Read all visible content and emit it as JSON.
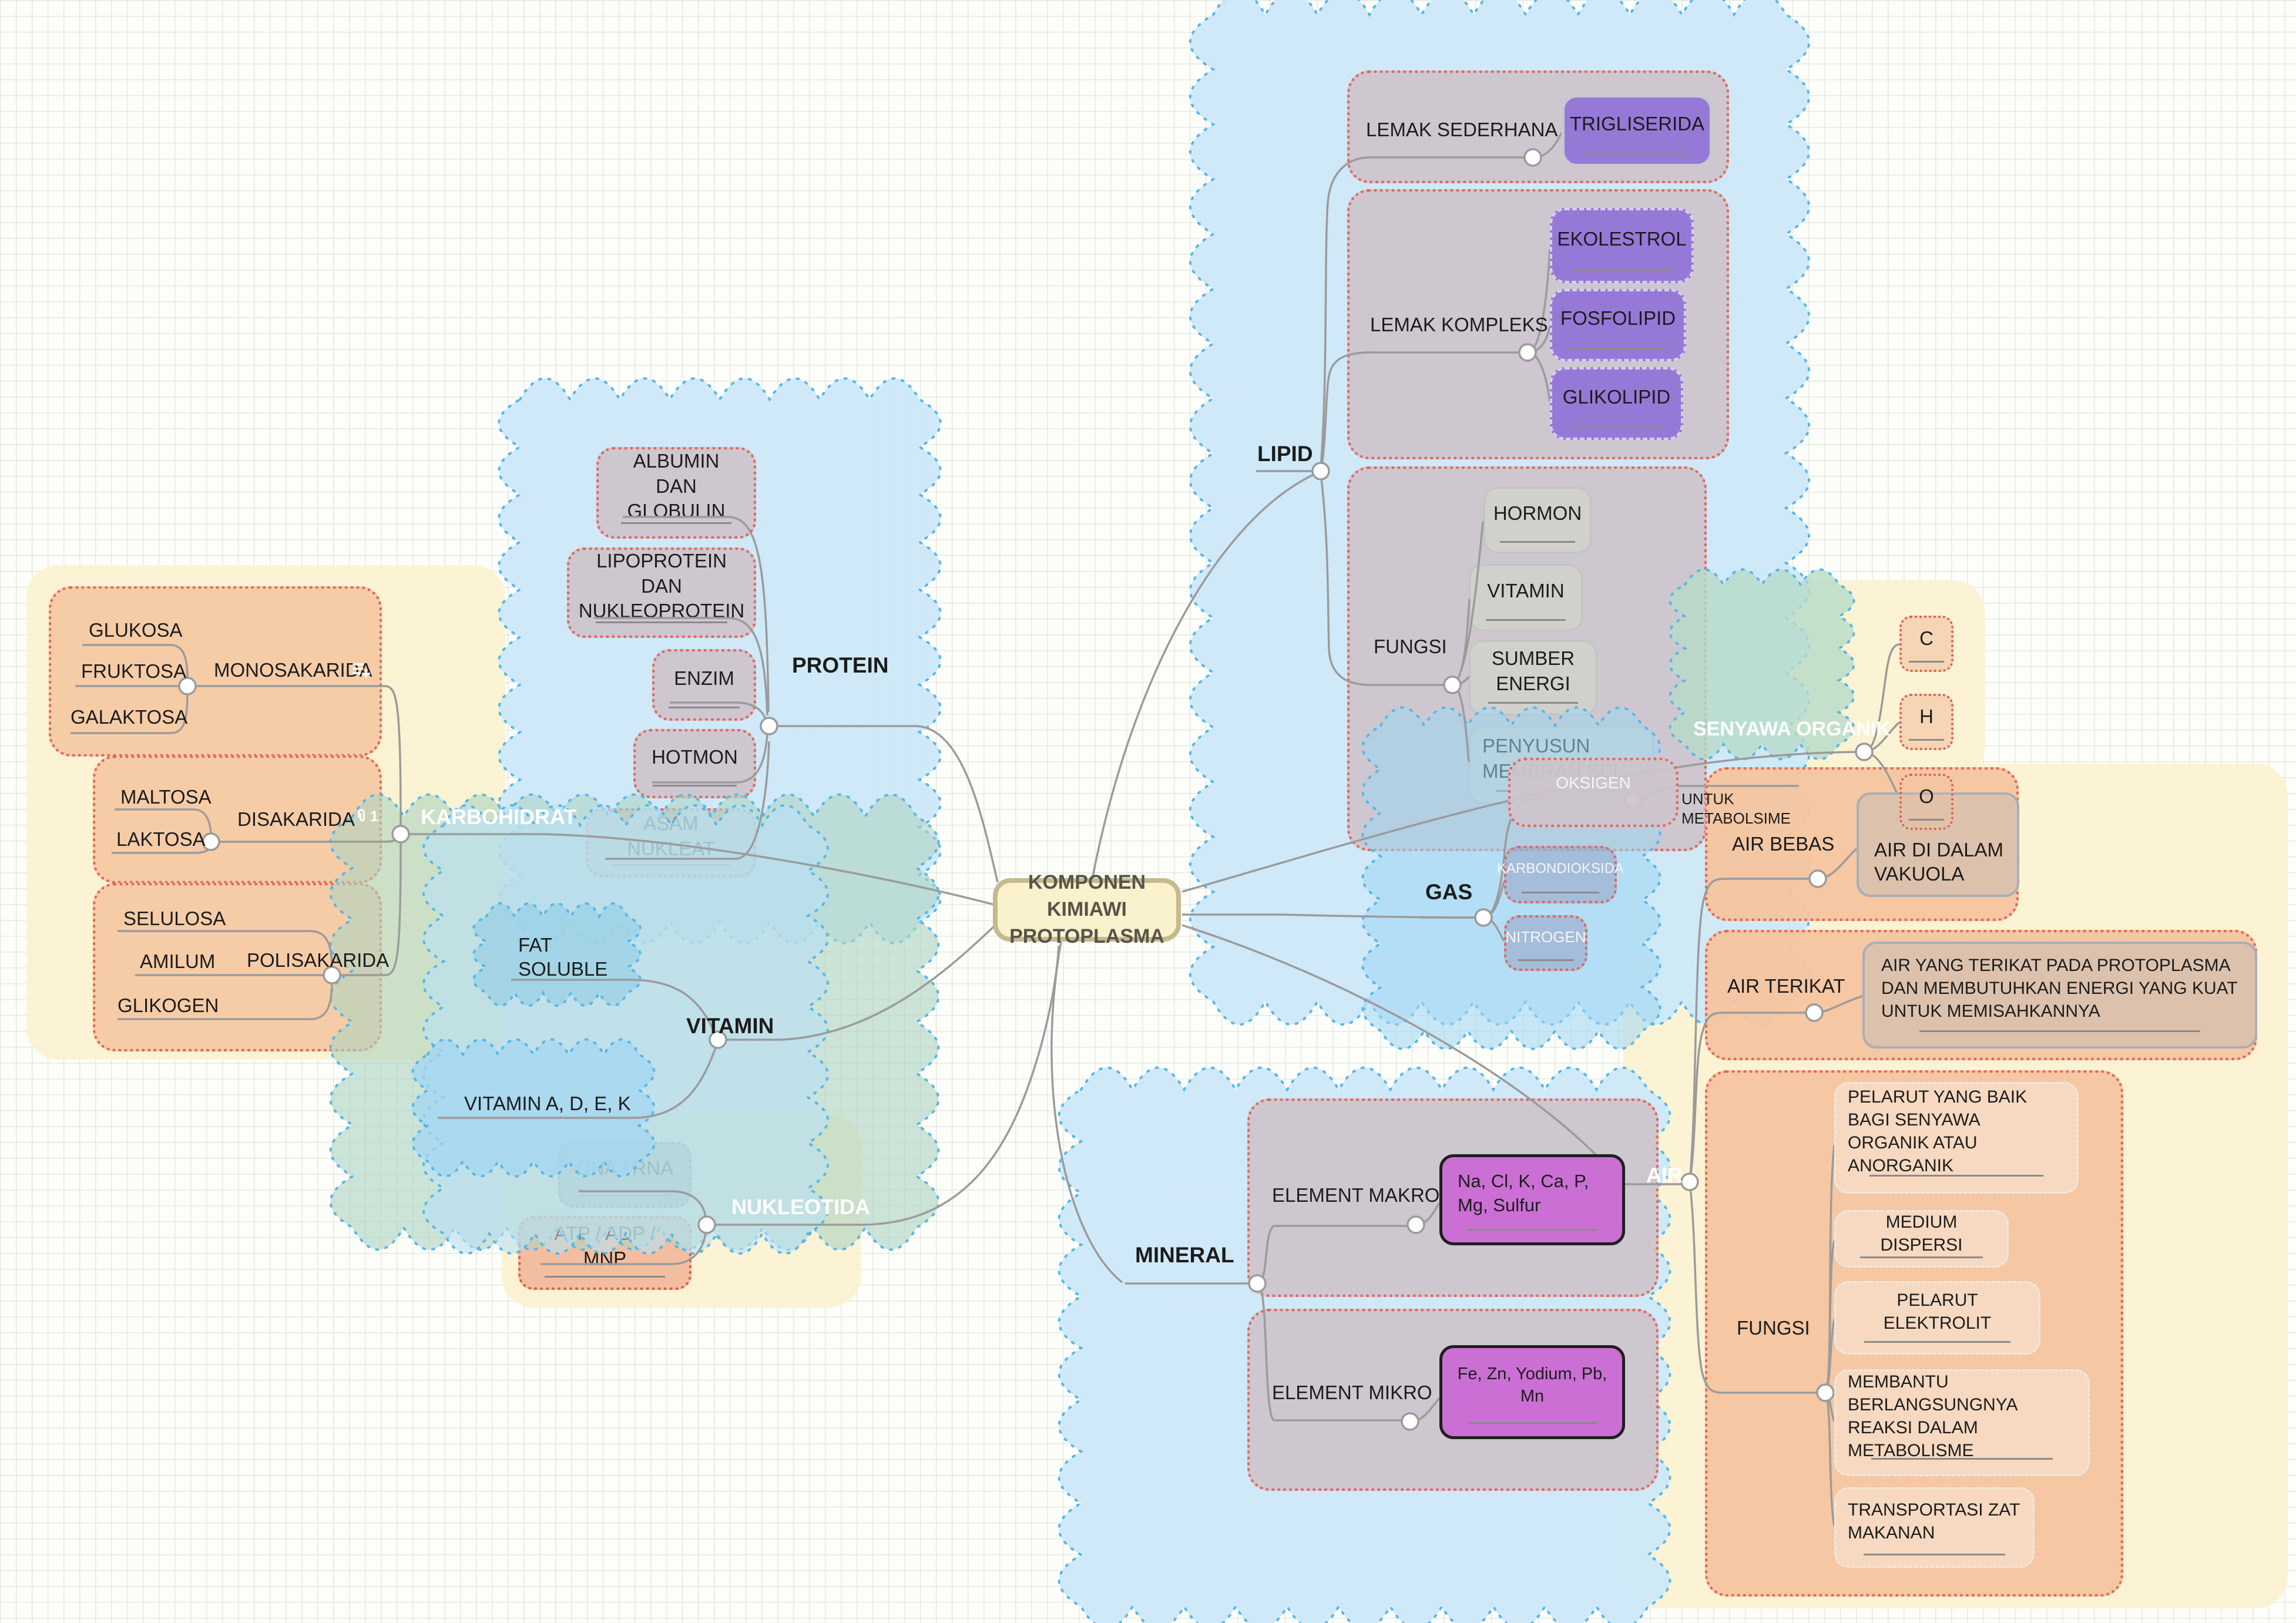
{
  "center": {
    "line1": "KOMPONEN KIMIAWI",
    "line2": "PROTOPLASMA"
  },
  "karbohidrat": {
    "label": "KARBOHIDRAT",
    "monosakarida": {
      "label": "MONOSAKARIDA",
      "glukosa": "GLUKOSA",
      "fruktosa": "FRUKTOSA",
      "galaktosa": "GALAKTOSA"
    },
    "disakarida": {
      "label": "DISAKARIDA",
      "attachment_count": "1",
      "maltosa": "MALTOSA",
      "laktosa": "LAKTOSA"
    },
    "polisakarida": {
      "label": "POLISAKARIDA",
      "selulosa": "SELULOSA",
      "amilum": "AMILUM",
      "glikogen": "GLIKOGEN"
    }
  },
  "protein": {
    "label": "PROTEIN",
    "albumin": "ALBUMIN DAN GLOBULIN",
    "lipoprotein": "LIPOPROTEIN DAN NUKLEOPROTEIN",
    "enzim": "ENZIM",
    "hotmon": "HOTMON",
    "asam_nukleat": "ASAM NUKLEAT"
  },
  "vitamin": {
    "label": "VITAMIN",
    "fat_soluble": "FAT SOLUBLE",
    "adek": "VITAMIN A, D, E, K"
  },
  "nukleotida": {
    "label": "NUKLEOTIDA",
    "dna": "DNA / RNA",
    "atp": "ATP / ADP / MNP"
  },
  "lipid": {
    "label": "LIPID",
    "lemak_sederhana": {
      "label": "LEMAK SEDERHANA",
      "trigliserida": "TRIGLISERIDA"
    },
    "lemak_kompleks": {
      "label": "LEMAK KOMPLEKS",
      "ekolestrol": "EKOLESTROL",
      "fosfolipid": "FOSFOLIPID",
      "glikolipid": "GLIKOLIPID"
    },
    "fungsi": {
      "label": "FUNGSI",
      "hormon": "HORMON",
      "vitamin": "VITAMIN",
      "sumber_energi": "SUMBER ENERGI",
      "penyusun": "PENYUSUN MEMBRAN SEL"
    }
  },
  "gas": {
    "label": "GAS",
    "oksigen": "OKSIGEN",
    "oksigen_note": "UNTUK METABOLSIME",
    "karbondioksida": "KARBONDIOKSIDA",
    "nitrogen": "NITROGEN"
  },
  "senyawa_organik": {
    "label": "SENYAWA ORGANIK",
    "c": "C",
    "h": "H",
    "o": "O"
  },
  "air": {
    "label": "AIR",
    "air_bebas": {
      "label": "AIR BEBAS",
      "vakuola": "AIR DI DALAM VAKUOLA"
    },
    "air_terikat": {
      "label": "AIR TERIKAT",
      "desc": "AIR YANG TERIKAT PADA PROTOPLASMA DAN MEMBUTUHKAN ENERGI YANG KUAT UNTUK MEMISAHKANNYA"
    },
    "fungsi": {
      "label": "FUNGSI",
      "pelarut_baik": "PELARUT YANG BAIK BAGI SENYAWA ORGANIK ATAU ANORGANIK",
      "medium_dispersi": "MEDIUM DISPERSI",
      "pelarut_elektrolit": "PELARUT ELEKTROLIT",
      "membantu": "MEMBANTU BERLANGSUNGNYA REAKSI DALAM METABOLISME",
      "transportasi": "TRANSPORTASI ZAT MAKANAN"
    }
  },
  "mineral": {
    "label": "MINERAL",
    "element_makro": {
      "label": "ELEMENT MAKRO",
      "value": "Na, Cl, K, Ca, P, Mg, Sulfur"
    },
    "element_mikro": {
      "label": "ELEMENT MIKRO",
      "value": "Fe, Zn, Yodium, Pb, Mn"
    }
  },
  "colors": {
    "red_dotted_border": "#DF685B",
    "purple_box": "#9679D7",
    "magenta_box": "#CC6FD5",
    "cloud_blue": "#CDE8F9",
    "cloud_border_blue": "#55B8E8",
    "teal_cloud": "#AED4C1",
    "yellow_container": "#FBF2CF",
    "salmon_box": "#F6C9A4",
    "center_fill": "#FAF1CD",
    "line_gray": "#9B9B9B"
  }
}
